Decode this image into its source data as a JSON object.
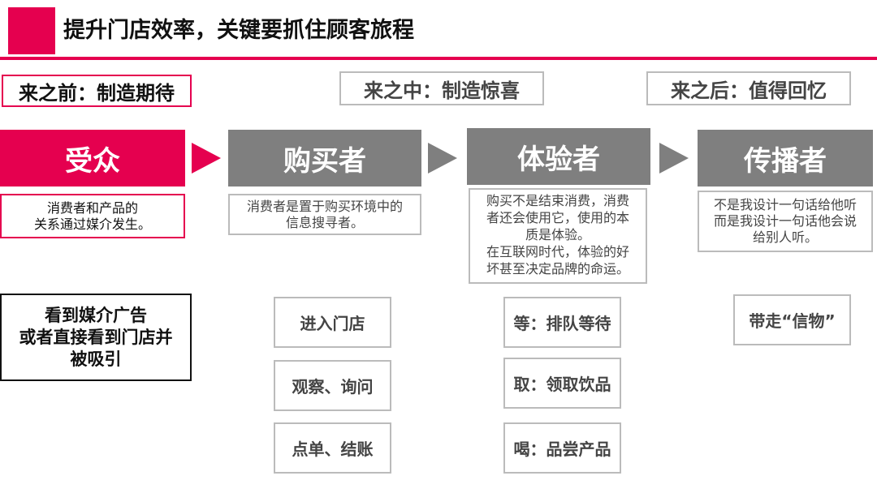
{
  "title": "提升门店效率，关键要抓住顾客旅程",
  "colors": {
    "accent": "#e5004f",
    "gray": "#7f7f7f",
    "border_gray": "#bbbbbb"
  },
  "phases": {
    "before": "来之前：制造期待",
    "during": "来之中：制造惊喜",
    "after": "来之后：值得回忆"
  },
  "roles": [
    {
      "label": "受众",
      "desc": [
        "消费者和产品的",
        "关系通过媒介发生。"
      ],
      "actions": [
        "看到媒介广告",
        "或者直接看到门店并",
        "被吸引"
      ]
    },
    {
      "label": "购买者",
      "desc": [
        "消费者是置于购买环境中的",
        "信息搜寻者。"
      ],
      "actions": [
        "进入门店",
        "观察、询问",
        "点单、结账"
      ]
    },
    {
      "label": "体验者",
      "desc": [
        "购买不是结束消费，消费",
        "者还会使用它，使用的本",
        "质是体验。",
        "在互联网时代，体验的好",
        "坏甚至决定品牌的命运。"
      ],
      "actions": [
        "等：排队等待",
        "取：领取饮品",
        "喝：品尝产品"
      ]
    },
    {
      "label": "传播者",
      "desc": [
        "不是我设计一句话给他听",
        "而是我设计一句话他会说",
        "给别人听。"
      ],
      "actions": [
        "带走“信物”"
      ]
    }
  ]
}
